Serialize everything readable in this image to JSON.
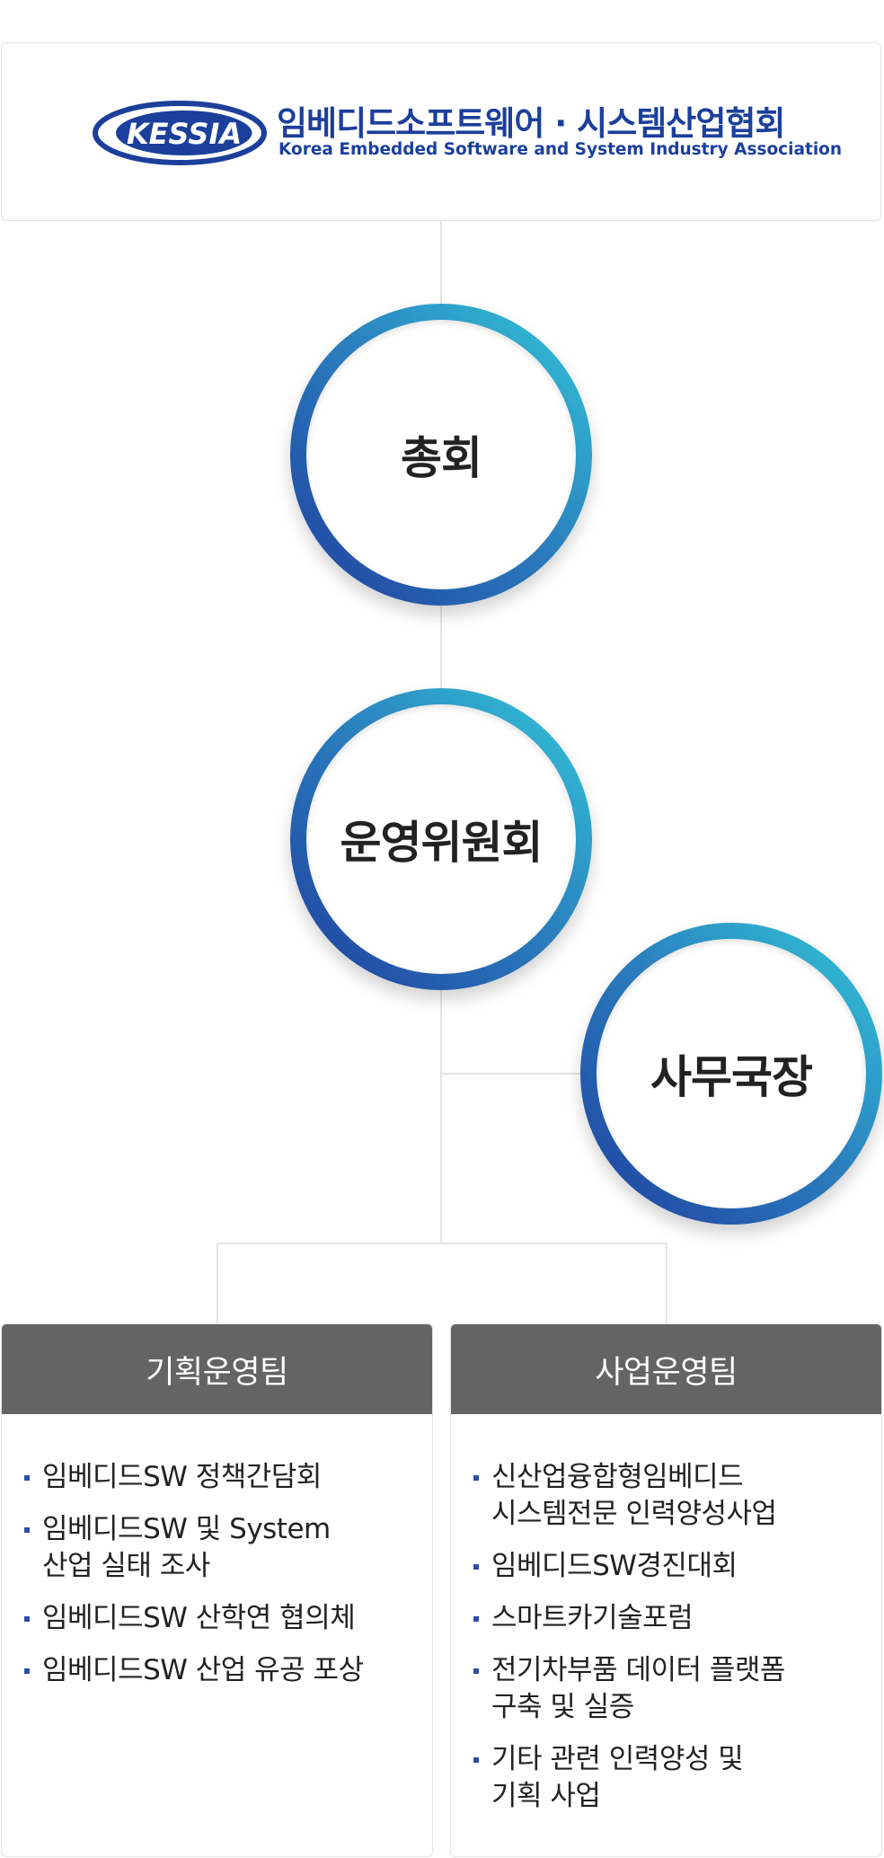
{
  "organization": {
    "logo_text": "KESSIA",
    "name_ko": "임베디드소프트웨어 · 시스템산업협회",
    "name_en": "Korea Embedded Software and System Industry Association"
  },
  "nodes": {
    "general_assembly": "총회",
    "steering_committee": "운영위원회",
    "secretary_general": "사무국장"
  },
  "teams": [
    {
      "title": "기획운영팀",
      "items": [
        "임베디드SW 정책간담회",
        "임베디드SW 및 System\n산업 실태 조사",
        "임베디드SW 산학연 협의체",
        "임베디드SW 산업 유공 포상"
      ]
    },
    {
      "title": "사업운영팀",
      "items": [
        "신산업융합형임베디드\n시스템전문 인력양성사업",
        "임베디드SW경진대회",
        "스마트카기술포럼",
        "전기차부품 데이터 플랫폼\n구축 및 실증",
        "기타 관련 인력양성 및\n기획 사업"
      ]
    }
  ],
  "colors": {
    "brand_blue": "#1b3f9b",
    "ring_start": "#1f3e9d",
    "ring_end": "#33c8d8",
    "team_header": "#646464"
  }
}
